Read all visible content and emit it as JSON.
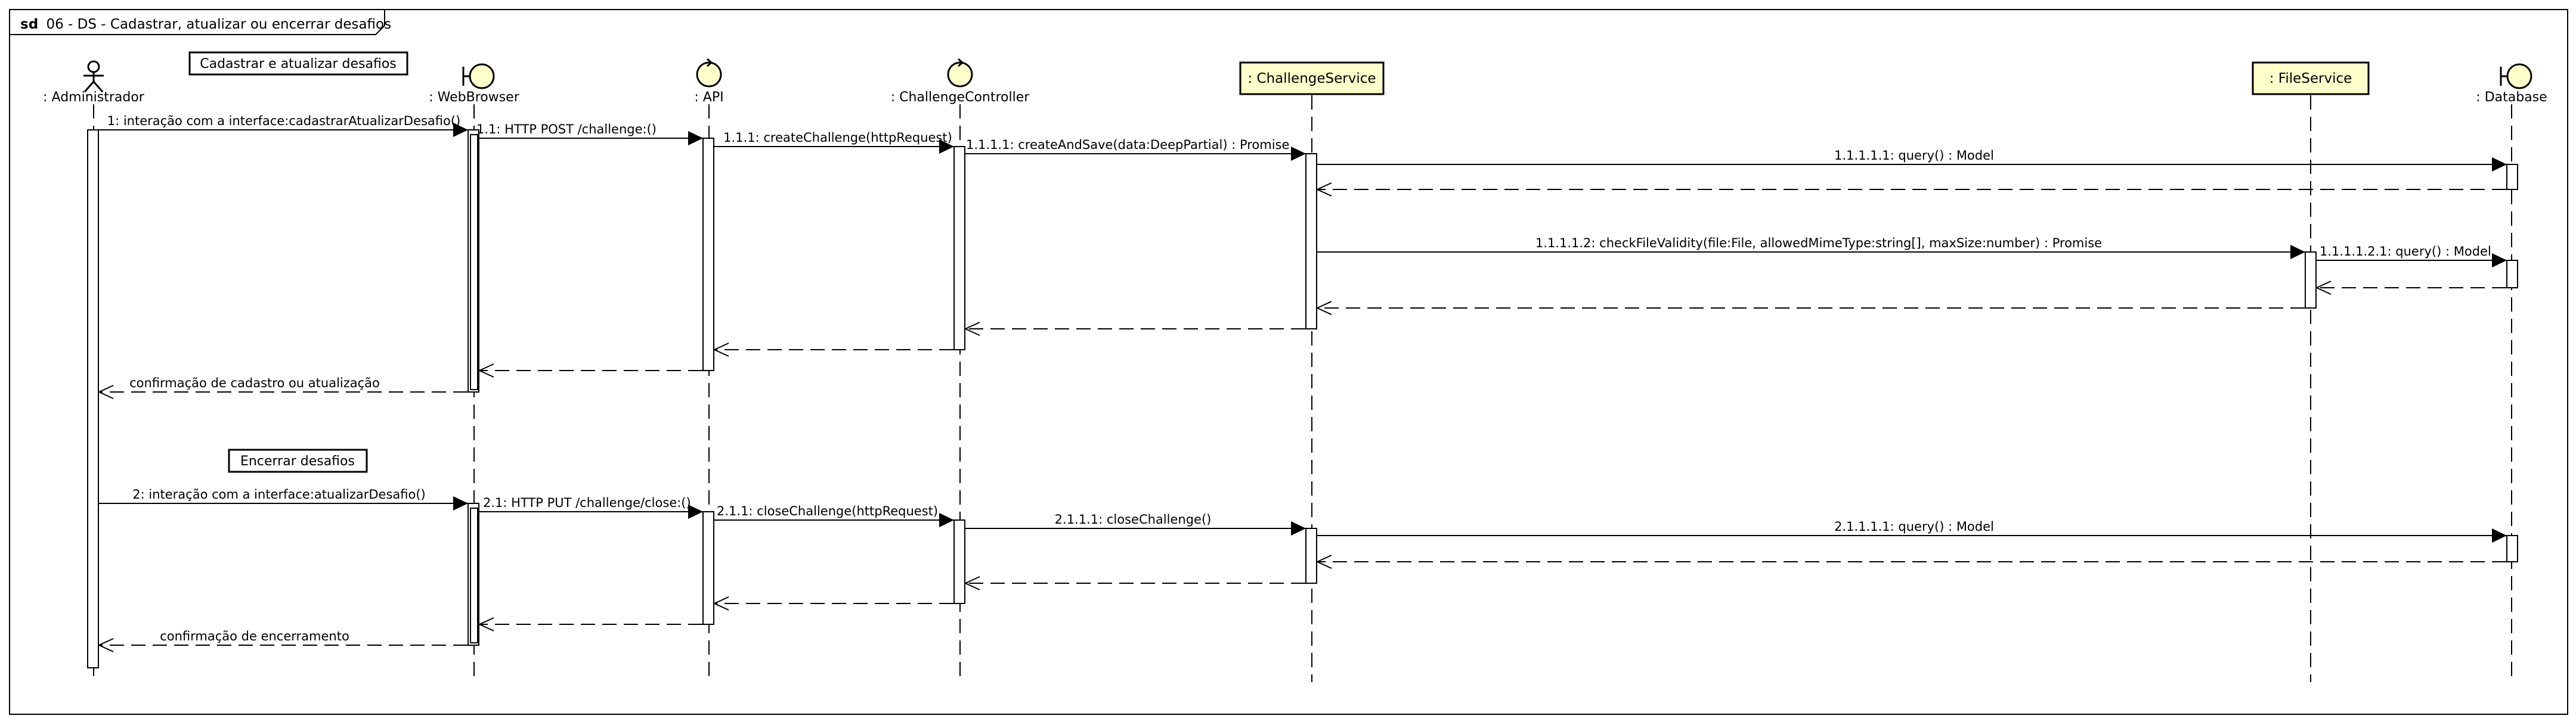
{
  "frame": {
    "keyword": "sd",
    "title": "06 - DS - Cadastrar, atualizar ou encerrar desafios"
  },
  "colors": {
    "participant_fill": "#ffffcc",
    "stroke": "#000000",
    "background": "#ffffff"
  },
  "participants": [
    {
      "id": "admin",
      "type": "actor",
      "label": ": Administrador"
    },
    {
      "id": "web",
      "type": "boundary",
      "label": ": WebBrowser"
    },
    {
      "id": "api",
      "type": "control",
      "label": ": API"
    },
    {
      "id": "ctrl",
      "type": "control",
      "label": ": ChallengeController"
    },
    {
      "id": "svc",
      "type": "box",
      "label": ": ChallengeService"
    },
    {
      "id": "file",
      "type": "box",
      "label": ": FileService"
    },
    {
      "id": "db",
      "type": "boundary",
      "label": ": Database"
    }
  ],
  "sections": [
    {
      "id": "sec-cadastrar",
      "label": "Cadastrar e atualizar desafios"
    },
    {
      "id": "sec-encerrar",
      "label": "Encerrar desafios"
    }
  ],
  "messages": [
    {
      "from": "admin",
      "to": "web",
      "kind": "sync",
      "label": "1: interação com a interface:cadastrarAtualizarDesafio()"
    },
    {
      "from": "web",
      "to": "api",
      "kind": "sync",
      "label": "1.1: HTTP POST /challenge:()"
    },
    {
      "from": "api",
      "to": "ctrl",
      "kind": "sync",
      "label": "1.1.1: createChallenge(httpRequest)"
    },
    {
      "from": "ctrl",
      "to": "svc",
      "kind": "sync",
      "label": "1.1.1.1: createAndSave(data:DeepPartial) : Promise"
    },
    {
      "from": "svc",
      "to": "db",
      "kind": "sync",
      "label": "1.1.1.1.1: query() : Model"
    },
    {
      "from": "db",
      "to": "svc",
      "kind": "reply",
      "label": ""
    },
    {
      "from": "svc",
      "to": "file",
      "kind": "sync",
      "label": "1.1.1.1.2: checkFileValidity(file:File, allowedMimeType:string[], maxSize:number) : Promise"
    },
    {
      "from": "file",
      "to": "db",
      "kind": "sync",
      "label": "1.1.1.1.2.1: query() : Model"
    },
    {
      "from": "db",
      "to": "file",
      "kind": "reply",
      "label": ""
    },
    {
      "from": "file",
      "to": "svc",
      "kind": "reply",
      "label": ""
    },
    {
      "from": "svc",
      "to": "ctrl",
      "kind": "reply",
      "label": ""
    },
    {
      "from": "ctrl",
      "to": "api",
      "kind": "reply",
      "label": ""
    },
    {
      "from": "api",
      "to": "web",
      "kind": "reply",
      "label": ""
    },
    {
      "from": "web",
      "to": "admin",
      "kind": "reply",
      "label": "confirmação de cadastro ou atualização"
    },
    {
      "from": "admin",
      "to": "web",
      "kind": "sync",
      "label": "2: interação com a interface:atualizarDesafio()"
    },
    {
      "from": "web",
      "to": "api",
      "kind": "sync",
      "label": "2.1: HTTP PUT /challenge/close:()"
    },
    {
      "from": "api",
      "to": "ctrl",
      "kind": "sync",
      "label": "2.1.1: closeChallenge(httpRequest)"
    },
    {
      "from": "ctrl",
      "to": "svc",
      "kind": "sync",
      "label": "2.1.1.1: closeChallenge()"
    },
    {
      "from": "svc",
      "to": "db",
      "kind": "sync",
      "label": "2.1.1.1.1: query() : Model"
    },
    {
      "from": "db",
      "to": "svc",
      "kind": "reply",
      "label": ""
    },
    {
      "from": "svc",
      "to": "ctrl",
      "kind": "reply",
      "label": ""
    },
    {
      "from": "ctrl",
      "to": "api",
      "kind": "reply",
      "label": ""
    },
    {
      "from": "api",
      "to": "web",
      "kind": "reply",
      "label": ""
    },
    {
      "from": "web",
      "to": "admin",
      "kind": "reply",
      "label": "confirmação de encerramento"
    }
  ]
}
